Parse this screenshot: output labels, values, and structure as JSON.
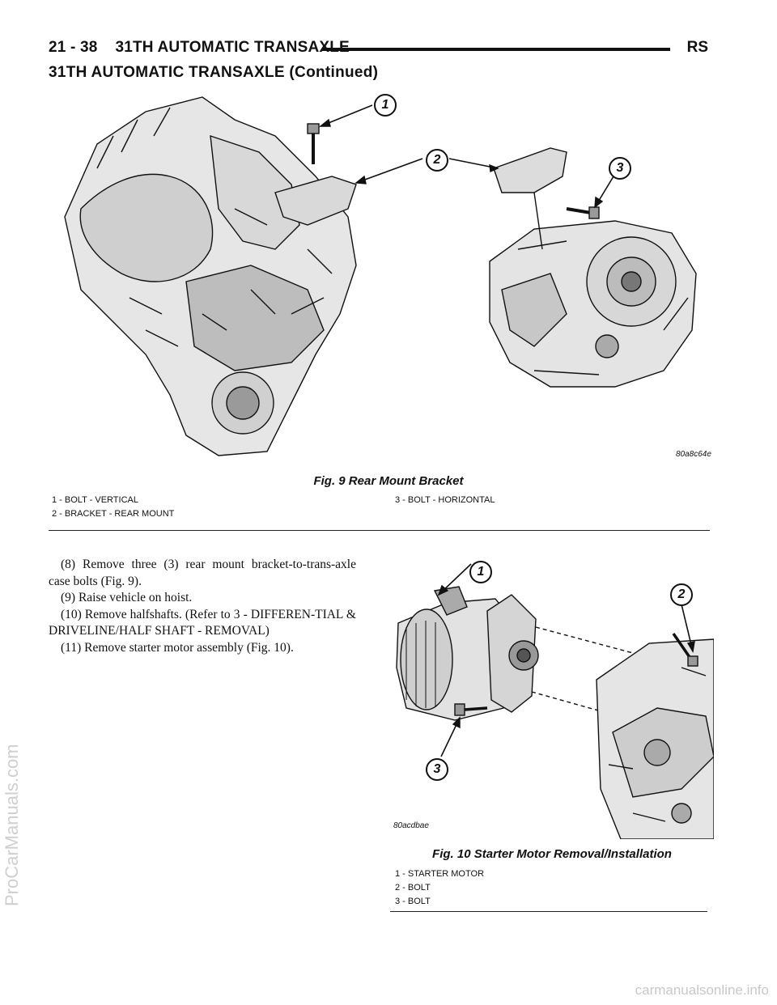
{
  "header": {
    "page_title": "21 - 38    31TH AUTOMATIC TRANSAXLE",
    "section_code": "RS",
    "subtitle": "31TH AUTOMATIC TRANSAXLE (Continued)"
  },
  "figure9": {
    "caption": "Fig. 9 Rear Mount Bracket",
    "image_code": "80a8c64e",
    "callouts": [
      "1",
      "2",
      "3"
    ],
    "legend": [
      "1 - BOLT - VERTICAL",
      "2 - BRACKET - REAR MOUNT",
      "3 - BOLT - HORIZONTAL"
    ]
  },
  "steps": [
    "(8) Remove three (3) rear mount bracket-to-trans-axle case bolts (Fig. 9).",
    "(9) Raise vehicle on hoist.",
    "(10) Remove halfshafts. (Refer to 3 - DIFFEREN-TIAL & DRIVELINE/HALF SHAFT - REMOVAL)",
    "(11) Remove starter motor assembly (Fig. 10)."
  ],
  "figure10": {
    "caption": "Fig. 10 Starter Motor Removal/Installation",
    "image_code": "80acdbae",
    "callouts": [
      "1",
      "2",
      "3"
    ],
    "legend": [
      "1 - STARTER MOTOR",
      "2 - BOLT",
      "3 - BOLT"
    ]
  },
  "watermarks": {
    "left": "ProCarManuals.com",
    "bottom": "carmanualsonline.info"
  }
}
